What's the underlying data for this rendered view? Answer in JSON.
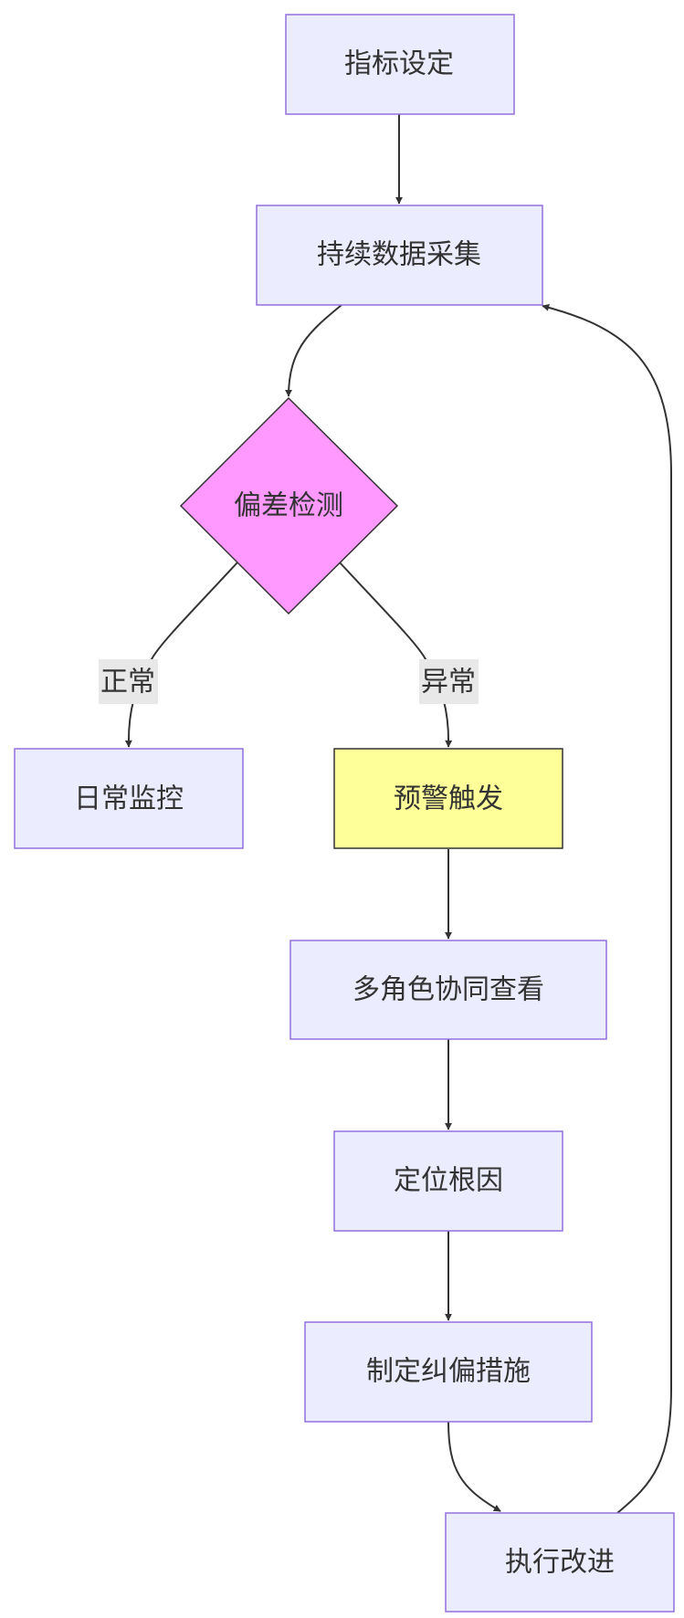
{
  "nodes": {
    "set_metrics": "指标设定",
    "collect_data": "持续数据采集",
    "detect_deviation": "偏差检测",
    "daily_monitor": "日常监控",
    "alert_trigger": "预警触发",
    "collab_review": "多角色协同查看",
    "root_cause": "定位根因",
    "corrective_plan": "制定纠偏措施",
    "execute_improve": "执行改进"
  },
  "edges": {
    "normal_label": "正常",
    "abnormal_label": "异常"
  },
  "colors": {
    "default_fill": "#ECECFF",
    "default_stroke": "#9370DB",
    "decision_fill": "#FF99FF",
    "alert_fill": "#FFFF99",
    "line": "#333333",
    "label_bg": "#E8E8E8"
  }
}
